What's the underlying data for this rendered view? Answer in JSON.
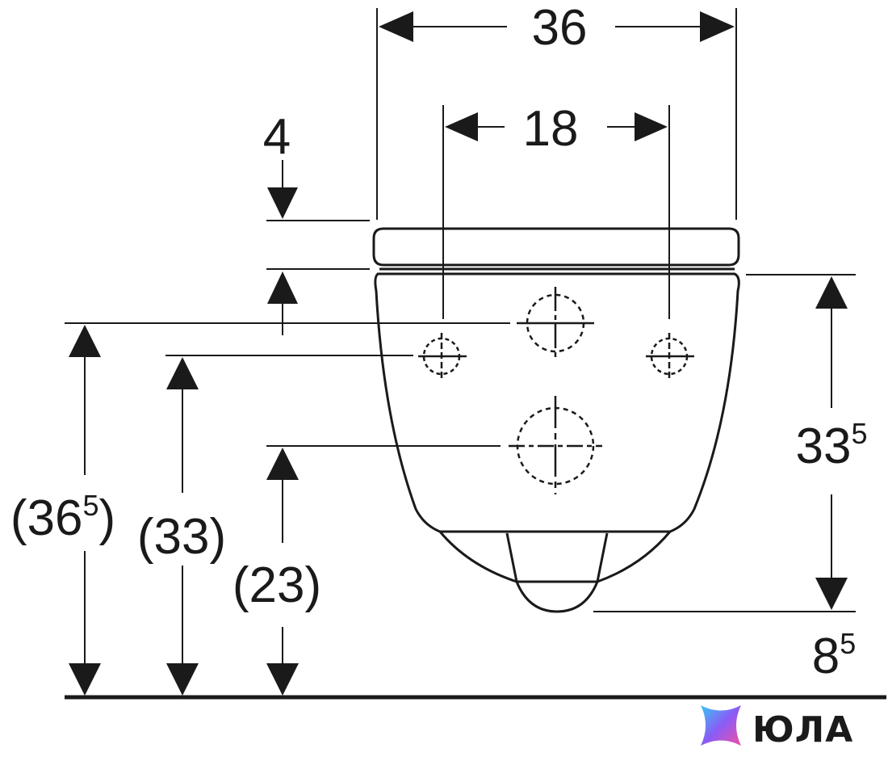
{
  "dimensions": {
    "width_total": "36",
    "fixing_distance": "18",
    "seat_height": "4",
    "height_floor_bowl": {
      "base": "33",
      "sup": "5"
    },
    "bottom_gap": {
      "base": "8",
      "sup": "5"
    },
    "height_total": {
      "open": "(",
      "base": "36",
      "sup": "5",
      "close": ")"
    },
    "height_inlet": "(33)",
    "height_outlet": "(23)"
  },
  "logo": {
    "text": "ЮЛА"
  },
  "colors": {
    "line": "#1a1a1a",
    "background": "#ffffff"
  }
}
